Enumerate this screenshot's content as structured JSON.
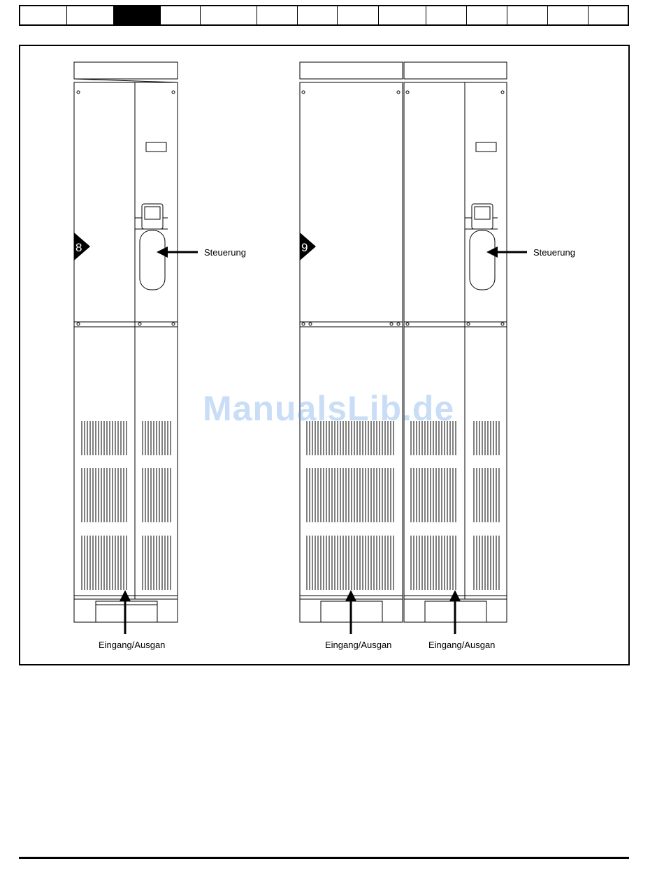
{
  "tabs": [
    {
      "active": false
    },
    {
      "active": false
    },
    {
      "active": true
    },
    {
      "active": false
    },
    {
      "active": false
    },
    {
      "active": false
    },
    {
      "active": false
    },
    {
      "active": false
    },
    {
      "active": false
    },
    {
      "active": false
    },
    {
      "active": false
    },
    {
      "active": false
    },
    {
      "active": false
    },
    {
      "active": false
    }
  ],
  "figure": {
    "left_unit": {
      "badge": "8",
      "control_label": "Steuerung",
      "io_label": "Eingang/Ausgan"
    },
    "right_unit": {
      "badge": "9",
      "control_label": "Steuerung",
      "io_label_a": "Eingang/Ausgan",
      "io_label_b": "Eingang/Ausgan"
    }
  },
  "watermark": "ManualsLib.de"
}
